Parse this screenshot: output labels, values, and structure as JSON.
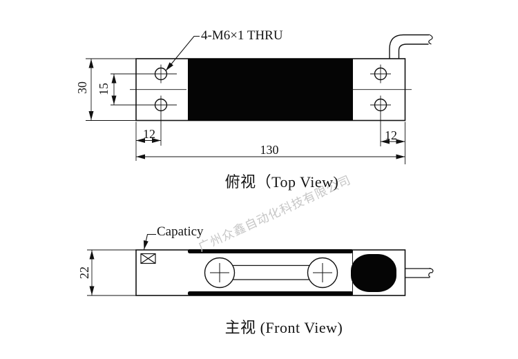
{
  "watermark": {
    "text": "广州众鑫自动化科技有限公司",
    "color": "#c6c6c6"
  },
  "top_view": {
    "title": "俯视（Top View)",
    "thread_label": "4-M6×1 THRU",
    "dim_height_mm": "30",
    "dim_hole_spacing_mm": "15",
    "dim_left_hole_offset_mm": "12",
    "dim_total_length_mm": "130",
    "dim_right_hole_offset_mm": "12"
  },
  "front_view": {
    "title": "主视 (Front View)",
    "capacity_label": "Capaticy",
    "dim_height_mm": "22"
  },
  "colors": {
    "line": "#111111",
    "solid_fill": "#050505",
    "background": "#ffffff"
  }
}
